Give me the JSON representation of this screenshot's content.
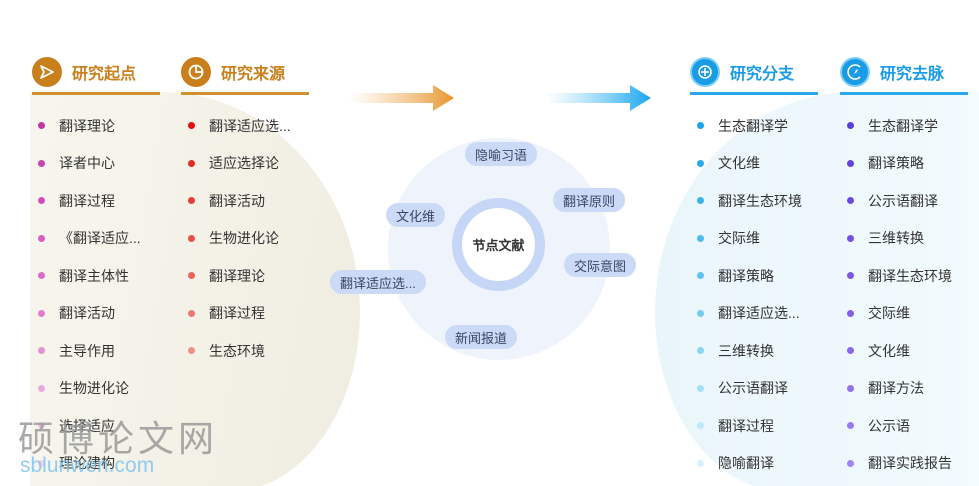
{
  "columns": {
    "origin": {
      "title": "研究起点",
      "icon": "send-icon",
      "items": [
        "翻译理论",
        "译者中心",
        "翻译过程",
        "《翻译适应...",
        "翻译主体性",
        "翻译活动",
        "主导作用",
        "生物进化论",
        "选择适应",
        "理论建构"
      ],
      "dot_colors": [
        "#c03aa2",
        "#c843b0",
        "#cf4fbb",
        "#d65dc3",
        "#dc6cca",
        "#e07dd0",
        "#e690d6",
        "#ebaadd",
        "#f0c2e6",
        "#f3d3ec"
      ]
    },
    "source": {
      "title": "研究来源",
      "icon": "pie-chart-icon",
      "items": [
        "翻译适应选...",
        "适应选择论",
        "翻译活动",
        "生物进化论",
        "翻译理论",
        "翻译过程",
        "生态环境"
      ],
      "dot_colors": [
        "#e01010",
        "#e42a22",
        "#e63c33",
        "#e85045",
        "#eb6458",
        "#ee786d",
        "#f18f86"
      ]
    },
    "branch": {
      "title": "研究分支",
      "icon": "target-icon",
      "items": [
        "生态翻译学",
        "文化维",
        "翻译生态环境",
        "交际维",
        "翻译策略",
        "翻译适应选...",
        "三维转换",
        "公示语翻译",
        "翻译过程",
        "隐喻翻译"
      ],
      "dot_colors": [
        "#1aa3e8",
        "#2aaaea",
        "#3ab2ec",
        "#4cbbef",
        "#5fc4f1",
        "#72cdf3",
        "#88d6f5",
        "#a2e0f7",
        "#bde9f9",
        "#d6f2fb"
      ]
    },
    "trend": {
      "title": "研究去脉",
      "icon": "compass-icon",
      "items": [
        "生态翻译学",
        "翻译策略",
        "公示语翻译",
        "三维转换",
        "翻译生态环境",
        "交际维",
        "文化维",
        "翻译方法",
        "公示语",
        "翻译实践报告"
      ],
      "dot_colors": [
        "#5a3fd8",
        "#6244dc",
        "#6a4ade",
        "#7350e0",
        "#7b57e2",
        "#835fe4",
        "#8a68e6",
        "#9172e8",
        "#987ceb",
        "#9f85ed"
      ]
    }
  },
  "center": {
    "label": "节点文献",
    "keywords": [
      "隐喻习语",
      "翻译原则",
      "文化维",
      "交际意图",
      "翻译适应选...",
      "新闻报道"
    ]
  },
  "watermark": {
    "chinese": "硕博论文网",
    "latin": "sblunwen.com"
  },
  "colors": {
    "orange_accent": "#c9801c",
    "blue_accent": "#1a9be6"
  }
}
